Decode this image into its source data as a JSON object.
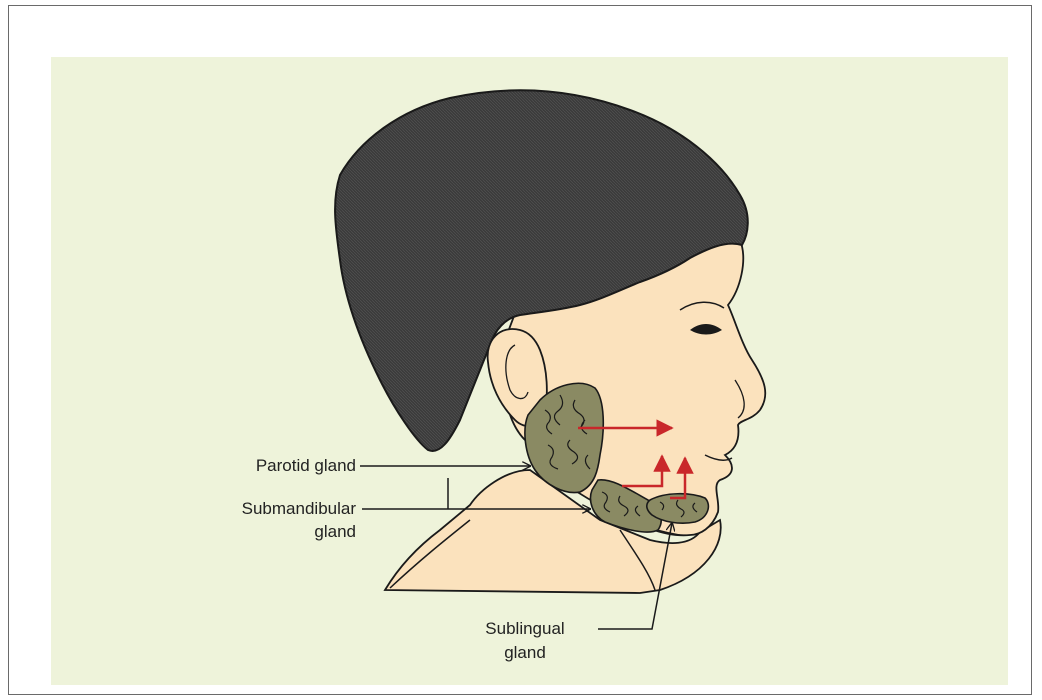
{
  "labels": {
    "parotid": "Parotid gland",
    "submandibular_line1": "Submandibular",
    "submandibular_line2": "gland",
    "sublingual_line1": "Sublingual",
    "sublingual_line2": "gland"
  },
  "colors": {
    "background_panel": "#eef3da",
    "skin": "#fbe2bd",
    "hair": "#3a3a3a",
    "gland": "#8a8a63",
    "arrow": "#c9272a",
    "line": "#1a1a1a"
  }
}
